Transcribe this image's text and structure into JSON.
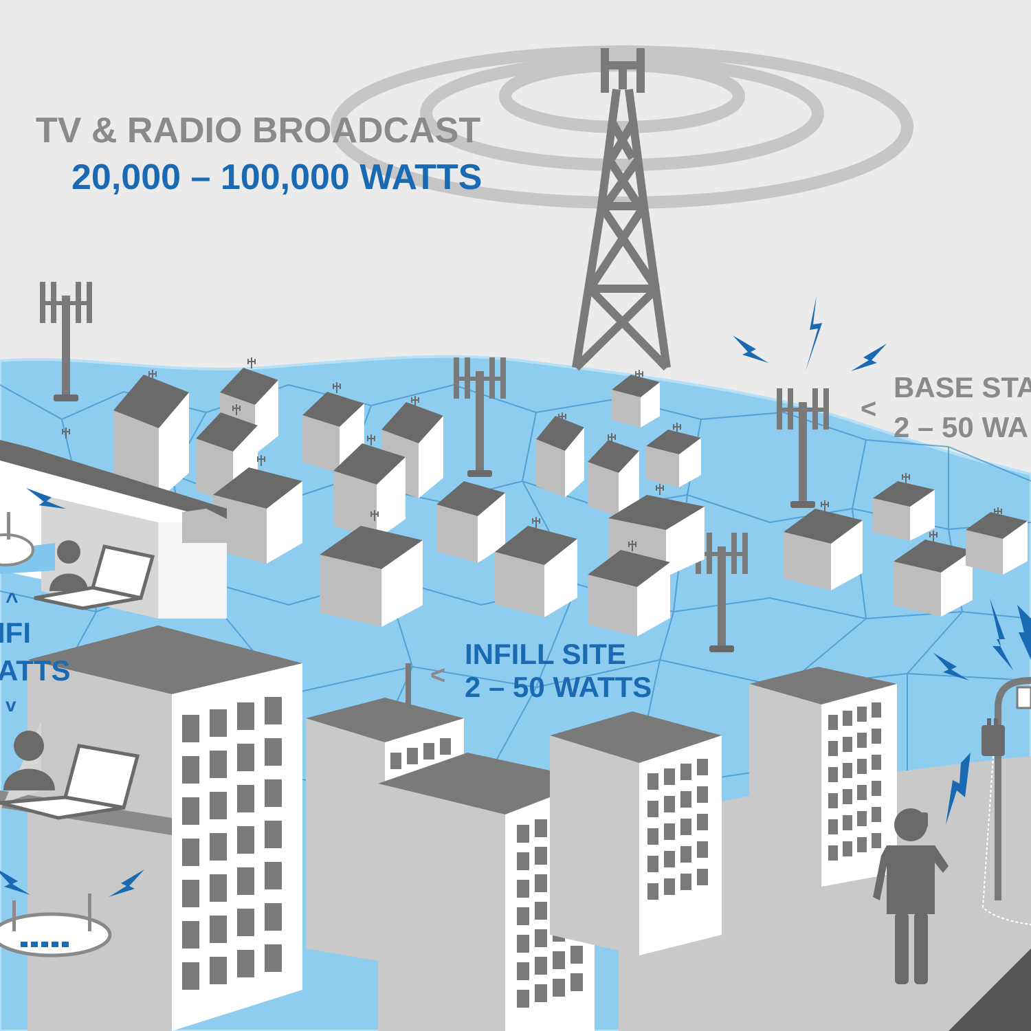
{
  "colors": {
    "background": "#ebebeb",
    "coverage_blue": "#8ecdf0",
    "coverage_lines": "#3a8fc9",
    "building_gray": "#8a8a8a",
    "building_dark": "#6a6a6a",
    "building_light": "#d6d6d6",
    "accent_blue": "#1a6ab3"
  },
  "labels": {
    "broadcast_title": "TV & RADIO BROADCAST",
    "broadcast_watts": "20,000 – 100,000 WATTS",
    "base_station_title": "BASE STA",
    "base_station_watts": "2 – 50 WA",
    "base_station_marker": "<",
    "infill_title": "INFILL SITE",
    "infill_watts": "2 – 50 WATTS",
    "infill_marker": "<",
    "wifi_title": "IFI",
    "wifi_watts": "ATTS",
    "wifi_marker_up": "^",
    "wifi_marker_down": "v"
  }
}
